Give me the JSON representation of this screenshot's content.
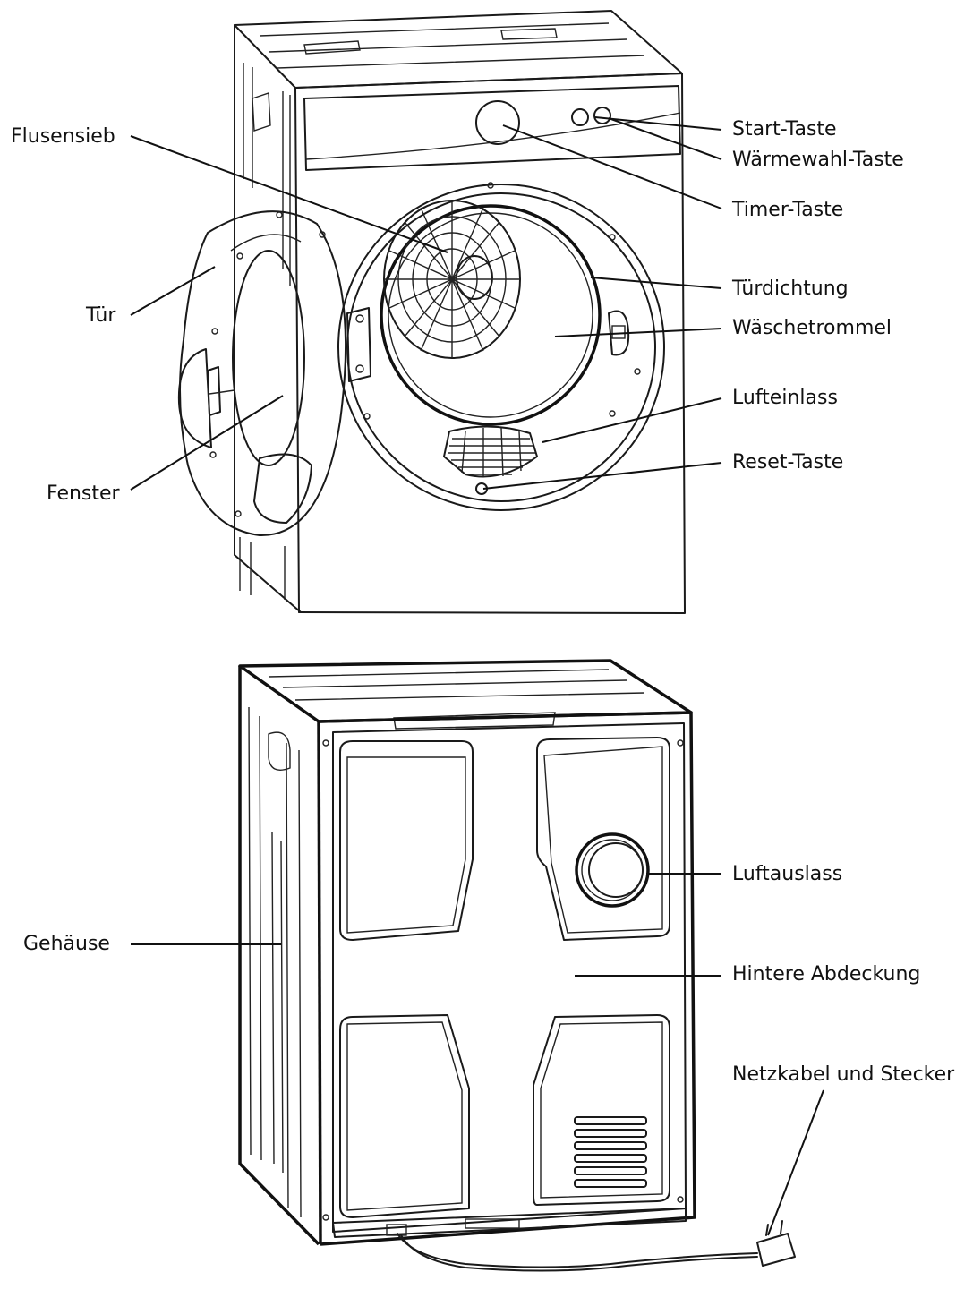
{
  "front_view": {
    "labels": {
      "lint_filter": "Flusensieb",
      "door": "Tür",
      "window": "Fenster",
      "start_button": "Start-Taste",
      "heat_select_button": "Wärmewahl-Taste",
      "timer_button": "Timer-Taste",
      "door_seal": "Türdichtung",
      "drum": "Wäschetrommel",
      "air_inlet": "Lufteinlass",
      "reset_button": "Reset-Taste"
    }
  },
  "rear_view": {
    "labels": {
      "housing": "Gehäuse",
      "air_outlet": "Luftauslass",
      "rear_cover": "Hintere Abdeckung",
      "power_cord": "Netzkabel und Stecker"
    }
  }
}
